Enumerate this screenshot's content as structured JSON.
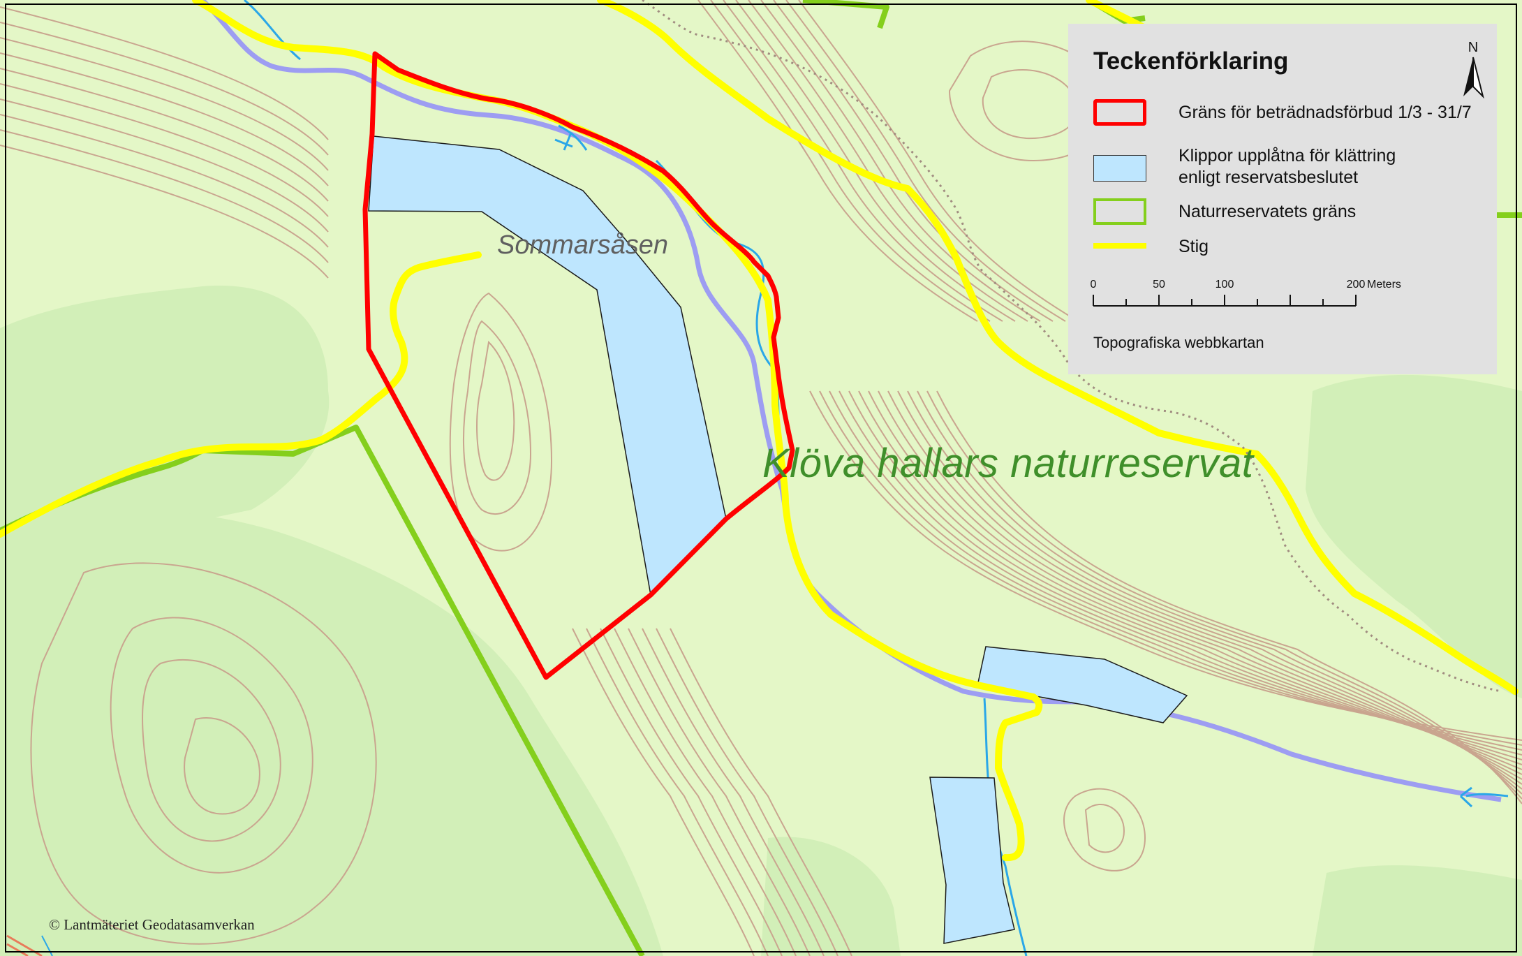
{
  "map": {
    "reserve_label": "Klöva hallars naturreservat",
    "place_label": "Sommarsåsen",
    "copyright": "© Lantmäteriet Geodatasamverkan",
    "colors": {
      "background": "#e4f7c7",
      "forest": "#d2efb8",
      "contour": "#c9a58f",
      "stream": "#2aa7e8",
      "watercourse": "#9d9df2",
      "trail": "#ffff00",
      "reserve_border": "#84cf1c",
      "restriction_border": "#ff0000",
      "cliff_fill": "#bee6fe"
    }
  },
  "legend": {
    "title": "Teckenförklaring",
    "items": [
      {
        "label": "Gräns för beträdnadsförbud 1/3 - 31/7",
        "symbol": "red-outline"
      },
      {
        "label": "Klippor upplåtna för klättring enligt reservatsbeslutet",
        "line1": "Klippor upplåtna för klättring",
        "line2": "enligt reservatsbeslutet",
        "symbol": "blue-fill"
      },
      {
        "label": "Naturreservatets gräns",
        "symbol": "green-outline"
      },
      {
        "label": "Stig",
        "symbol": "yellow-line"
      }
    ],
    "north_label": "N",
    "scale": {
      "ticks": [
        "0",
        "50",
        "100",
        "200"
      ],
      "unit": "Meters"
    },
    "source": "Topografiska webbkartan"
  }
}
